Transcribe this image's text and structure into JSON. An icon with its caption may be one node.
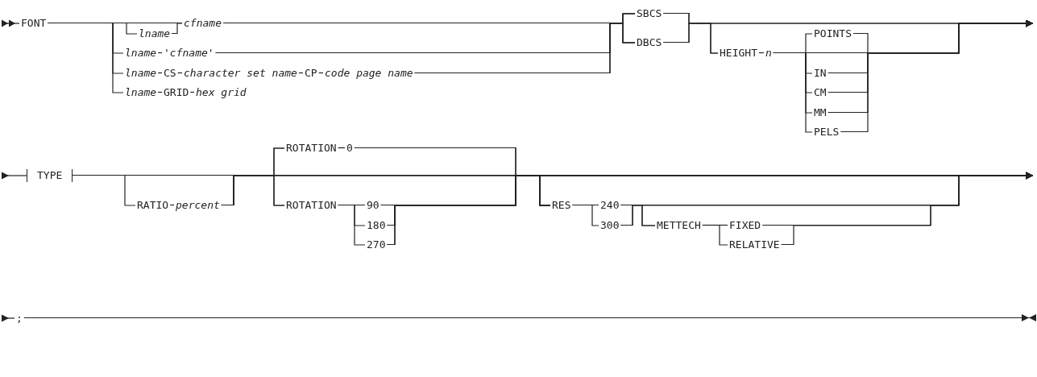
{
  "diagram": {
    "nodes": [
      {
        "text": [
          "FONT"
        ]
      },
      {
        "text": [
          "lname"
        ]
      },
      {
        "text": [
          "cfname"
        ]
      },
      {
        "text": [
          "lname"
        ]
      },
      {
        "text": [
          "'cfname'"
        ]
      },
      {
        "text": [
          "lname"
        ]
      },
      {
        "text": [
          "CS"
        ]
      },
      {
        "text": [
          "character set name"
        ]
      },
      {
        "text": [
          "CP"
        ]
      },
      {
        "text": [
          "code page name"
        ]
      },
      {
        "text": [
          "lname"
        ]
      },
      {
        "text": [
          "GRID"
        ]
      },
      {
        "text": [
          "hex grid"
        ]
      },
      {
        "text": [
          "SBCS"
        ]
      },
      {
        "text": [
          "DBCS"
        ]
      },
      {
        "text": [
          "HEIGHT"
        ]
      },
      {
        "text": [
          "n"
        ]
      },
      {
        "text": [
          "POINTS"
        ]
      },
      {
        "text": [
          "IN"
        ]
      },
      {
        "text": [
          "CM"
        ]
      },
      {
        "text": [
          "MM"
        ]
      },
      {
        "text": [
          "PELS"
        ]
      },
      {
        "text": [
          "TYPE"
        ]
      },
      {
        "text": [
          "RATIO"
        ]
      },
      {
        "text": [
          "percent"
        ]
      },
      {
        "text": [
          "ROTATION"
        ]
      },
      {
        "text": [
          "0"
        ]
      },
      {
        "text": [
          "ROTATION"
        ]
      },
      {
        "text": [
          "90"
        ]
      },
      {
        "text": [
          "180"
        ]
      },
      {
        "text": [
          "270"
        ]
      },
      {
        "text": [
          "RES"
        ]
      },
      {
        "text": [
          "240"
        ]
      },
      {
        "text": [
          "300"
        ]
      },
      {
        "text": [
          "METTECH"
        ]
      },
      {
        "text": [
          "FIXED"
        ]
      },
      {
        "text": [
          "RELATIVE"
        ]
      },
      {
        "text": [
          ";"
        ]
      }
    ],
    "edges": [
      {
        "from": null,
        "to": 0,
        "arrow": "other"
      },
      {
        "from": 0,
        "to": 1,
        "arrow": "none"
      },
      {
        "from": 0,
        "to": 2,
        "arrow": "none"
      },
      {
        "from": 1,
        "to": 2,
        "arrow": "none"
      },
      {
        "from": 0,
        "to": 3,
        "arrow": "none"
      },
      {
        "from": 3,
        "to": 4,
        "arrow": "none"
      },
      {
        "from": 0,
        "to": 5,
        "arrow": "none"
      },
      {
        "from": 5,
        "to": 6,
        "arrow": "none"
      },
      {
        "from": 6,
        "to": 7,
        "arrow": "none"
      },
      {
        "from": 7,
        "to": 8,
        "arrow": "none"
      },
      {
        "from": 8,
        "to": 9,
        "arrow": "none"
      },
      {
        "from": 0,
        "to": 10,
        "arrow": "none"
      },
      {
        "from": 10,
        "to": 11,
        "arrow": "none"
      },
      {
        "from": 11,
        "to": 12,
        "arrow": "none"
      },
      {
        "from": 2,
        "to": 13,
        "arrow": "none"
      },
      {
        "from": 2,
        "to": 14,
        "arrow": "none"
      },
      {
        "from": 4,
        "to": 13,
        "arrow": "none"
      },
      {
        "from": 4,
        "to": 14,
        "arrow": "none"
      },
      {
        "from": 9,
        "to": 13,
        "arrow": "none"
      },
      {
        "from": 9,
        "to": 14,
        "arrow": "none"
      },
      {
        "from": 13,
        "to": 15,
        "arrow": "none"
      },
      {
        "from": 14,
        "to": 15,
        "arrow": "none"
      },
      {
        "from": 13,
        "to": null,
        "arrow": "to"
      },
      {
        "from": 14,
        "to": null,
        "arrow": "to"
      },
      {
        "from": 15,
        "to": 16,
        "arrow": "none"
      },
      {
        "from": 16,
        "to": 17,
        "arrow": "none"
      },
      {
        "from": 16,
        "to": 18,
        "arrow": "none"
      },
      {
        "from": 16,
        "to": 19,
        "arrow": "none"
      },
      {
        "from": 16,
        "to": 20,
        "arrow": "none"
      },
      {
        "from": 16,
        "to": 21,
        "arrow": "none"
      },
      {
        "from": 16,
        "to": null,
        "arrow": "to"
      },
      {
        "from": 17,
        "to": null,
        "arrow": "to"
      },
      {
        "from": 18,
        "to": null,
        "arrow": "to"
      },
      {
        "from": 19,
        "to": null,
        "arrow": "to"
      },
      {
        "from": 20,
        "to": null,
        "arrow": "to"
      },
      {
        "from": 21,
        "to": null,
        "arrow": "to"
      },
      {
        "from": null,
        "to": 22,
        "arrow": "other"
      },
      {
        "from": 22,
        "to": 23,
        "arrow": "none"
      },
      {
        "from": 23,
        "to": 24,
        "arrow": "none"
      },
      {
        "from": 22,
        "to": 25,
        "arrow": "none"
      },
      {
        "from": 22,
        "to": 27,
        "arrow": "none"
      },
      {
        "from": 22,
        "to": 31,
        "arrow": "none"
      },
      {
        "from": 22,
        "to": null,
        "arrow": "to"
      },
      {
        "from": 24,
        "to": 25,
        "arrow": "none"
      },
      {
        "from": 24,
        "to": 27,
        "arrow": "none"
      },
      {
        "from": 24,
        "to": 31,
        "arrow": "none"
      },
      {
        "from": 24,
        "to": null,
        "arrow": "to"
      },
      {
        "from": 25,
        "to": 26,
        "arrow": "none"
      },
      {
        "from": 27,
        "to": 28,
        "arrow": "none"
      },
      {
        "from": 27,
        "to": 29,
        "arrow": "none"
      },
      {
        "from": 27,
        "to": 30,
        "arrow": "none"
      },
      {
        "from": 26,
        "to": 31,
        "arrow": "none"
      },
      {
        "from": 26,
        "to": null,
        "arrow": "to"
      },
      {
        "from": 28,
        "to": 31,
        "arrow": "none"
      },
      {
        "from": 28,
        "to": null,
        "arrow": "to"
      },
      {
        "from": 29,
        "to": 31,
        "arrow": "none"
      },
      {
        "from": 29,
        "to": null,
        "arrow": "to"
      },
      {
        "from": 30,
        "to": 31,
        "arrow": "none"
      },
      {
        "from": 30,
        "to": null,
        "arrow": "to"
      },
      {
        "from": 31,
        "to": 32,
        "arrow": "none"
      },
      {
        "from": 31,
        "to": 33,
        "arrow": "none"
      },
      {
        "from": 32,
        "to": 34,
        "arrow": "none"
      },
      {
        "from": 32,
        "to": null,
        "arrow": "to"
      },
      {
        "from": 33,
        "to": 34,
        "arrow": "none"
      },
      {
        "from": 33,
        "to": null,
        "arrow": "to"
      },
      {
        "from": 34,
        "to": 35,
        "arrow": "none"
      },
      {
        "from": 34,
        "to": 36,
        "arrow": "none"
      },
      {
        "from": 35,
        "to": null,
        "arrow": "to"
      },
      {
        "from": 36,
        "to": null,
        "arrow": "to"
      },
      {
        "from": null,
        "to": 37,
        "arrow": "other"
      },
      {
        "from": 37,
        "to": null,
        "arrow": "to"
      }
    ]
  }
}
